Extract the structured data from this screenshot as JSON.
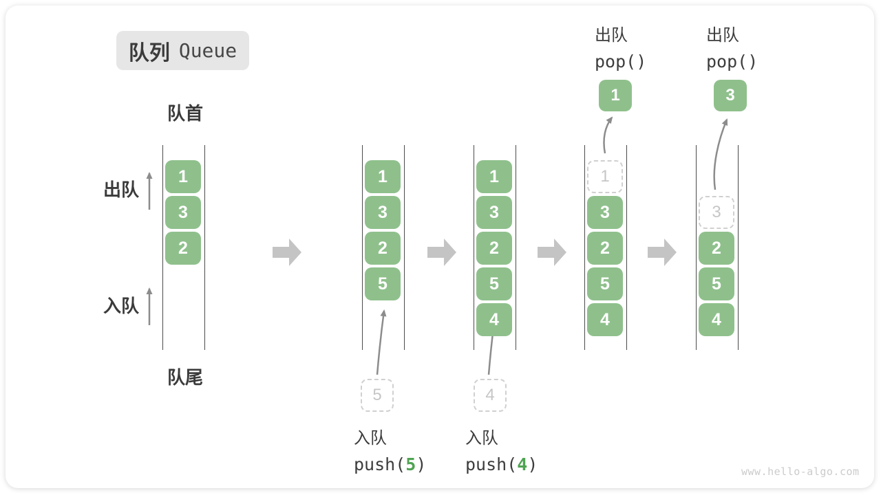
{
  "title": {
    "zh": "队列",
    "en": "Queue"
  },
  "labels": {
    "front": "队首",
    "rear": "队尾",
    "dequeue_side": "出队",
    "enqueue_side": "入队"
  },
  "watermark": "www.hello-algo.com",
  "colors": {
    "block_green": "#8FC08C",
    "dash_border": "#D0D0D0",
    "dash_text": "#C6C6C6",
    "wall": "#4A4A4A",
    "text_dark": "#3B3B3B",
    "title_bg": "#E6E6E6",
    "code_green": "#4FA352",
    "thin_arrow": "#8C8C8C",
    "block_arrow": "#C4C4C4",
    "watermark_gray": "#CBCBCB"
  },
  "queues": [
    {
      "blocks": [
        {
          "value": "1"
        },
        {
          "value": "3"
        },
        {
          "value": "2"
        }
      ]
    },
    {
      "blocks": [
        {
          "value": "1"
        },
        {
          "value": "3"
        },
        {
          "value": "2"
        },
        {
          "value": "5"
        }
      ],
      "operation": {
        "label": "入队",
        "code_prefix": "push(",
        "code_arg": "5",
        "code_suffix": ")",
        "ghost": "5"
      }
    },
    {
      "blocks": [
        {
          "value": "1"
        },
        {
          "value": "3"
        },
        {
          "value": "2"
        },
        {
          "value": "5"
        },
        {
          "value": "4"
        }
      ],
      "operation": {
        "label": "入队",
        "code_prefix": "push(",
        "code_arg": "4",
        "code_suffix": ")",
        "ghost": "4"
      }
    },
    {
      "blocks": [
        {
          "value": "1",
          "removed": true
        },
        {
          "value": "3"
        },
        {
          "value": "2"
        },
        {
          "value": "5"
        },
        {
          "value": "4"
        }
      ],
      "operation": {
        "label": "出队",
        "code": "pop()",
        "popped": "1"
      }
    },
    {
      "blocks": [
        {
          "value": "3",
          "removed": true
        },
        {
          "value": "2"
        },
        {
          "value": "5"
        },
        {
          "value": "4"
        }
      ],
      "operation": {
        "label": "出队",
        "code": "pop()",
        "popped": "3"
      }
    }
  ]
}
